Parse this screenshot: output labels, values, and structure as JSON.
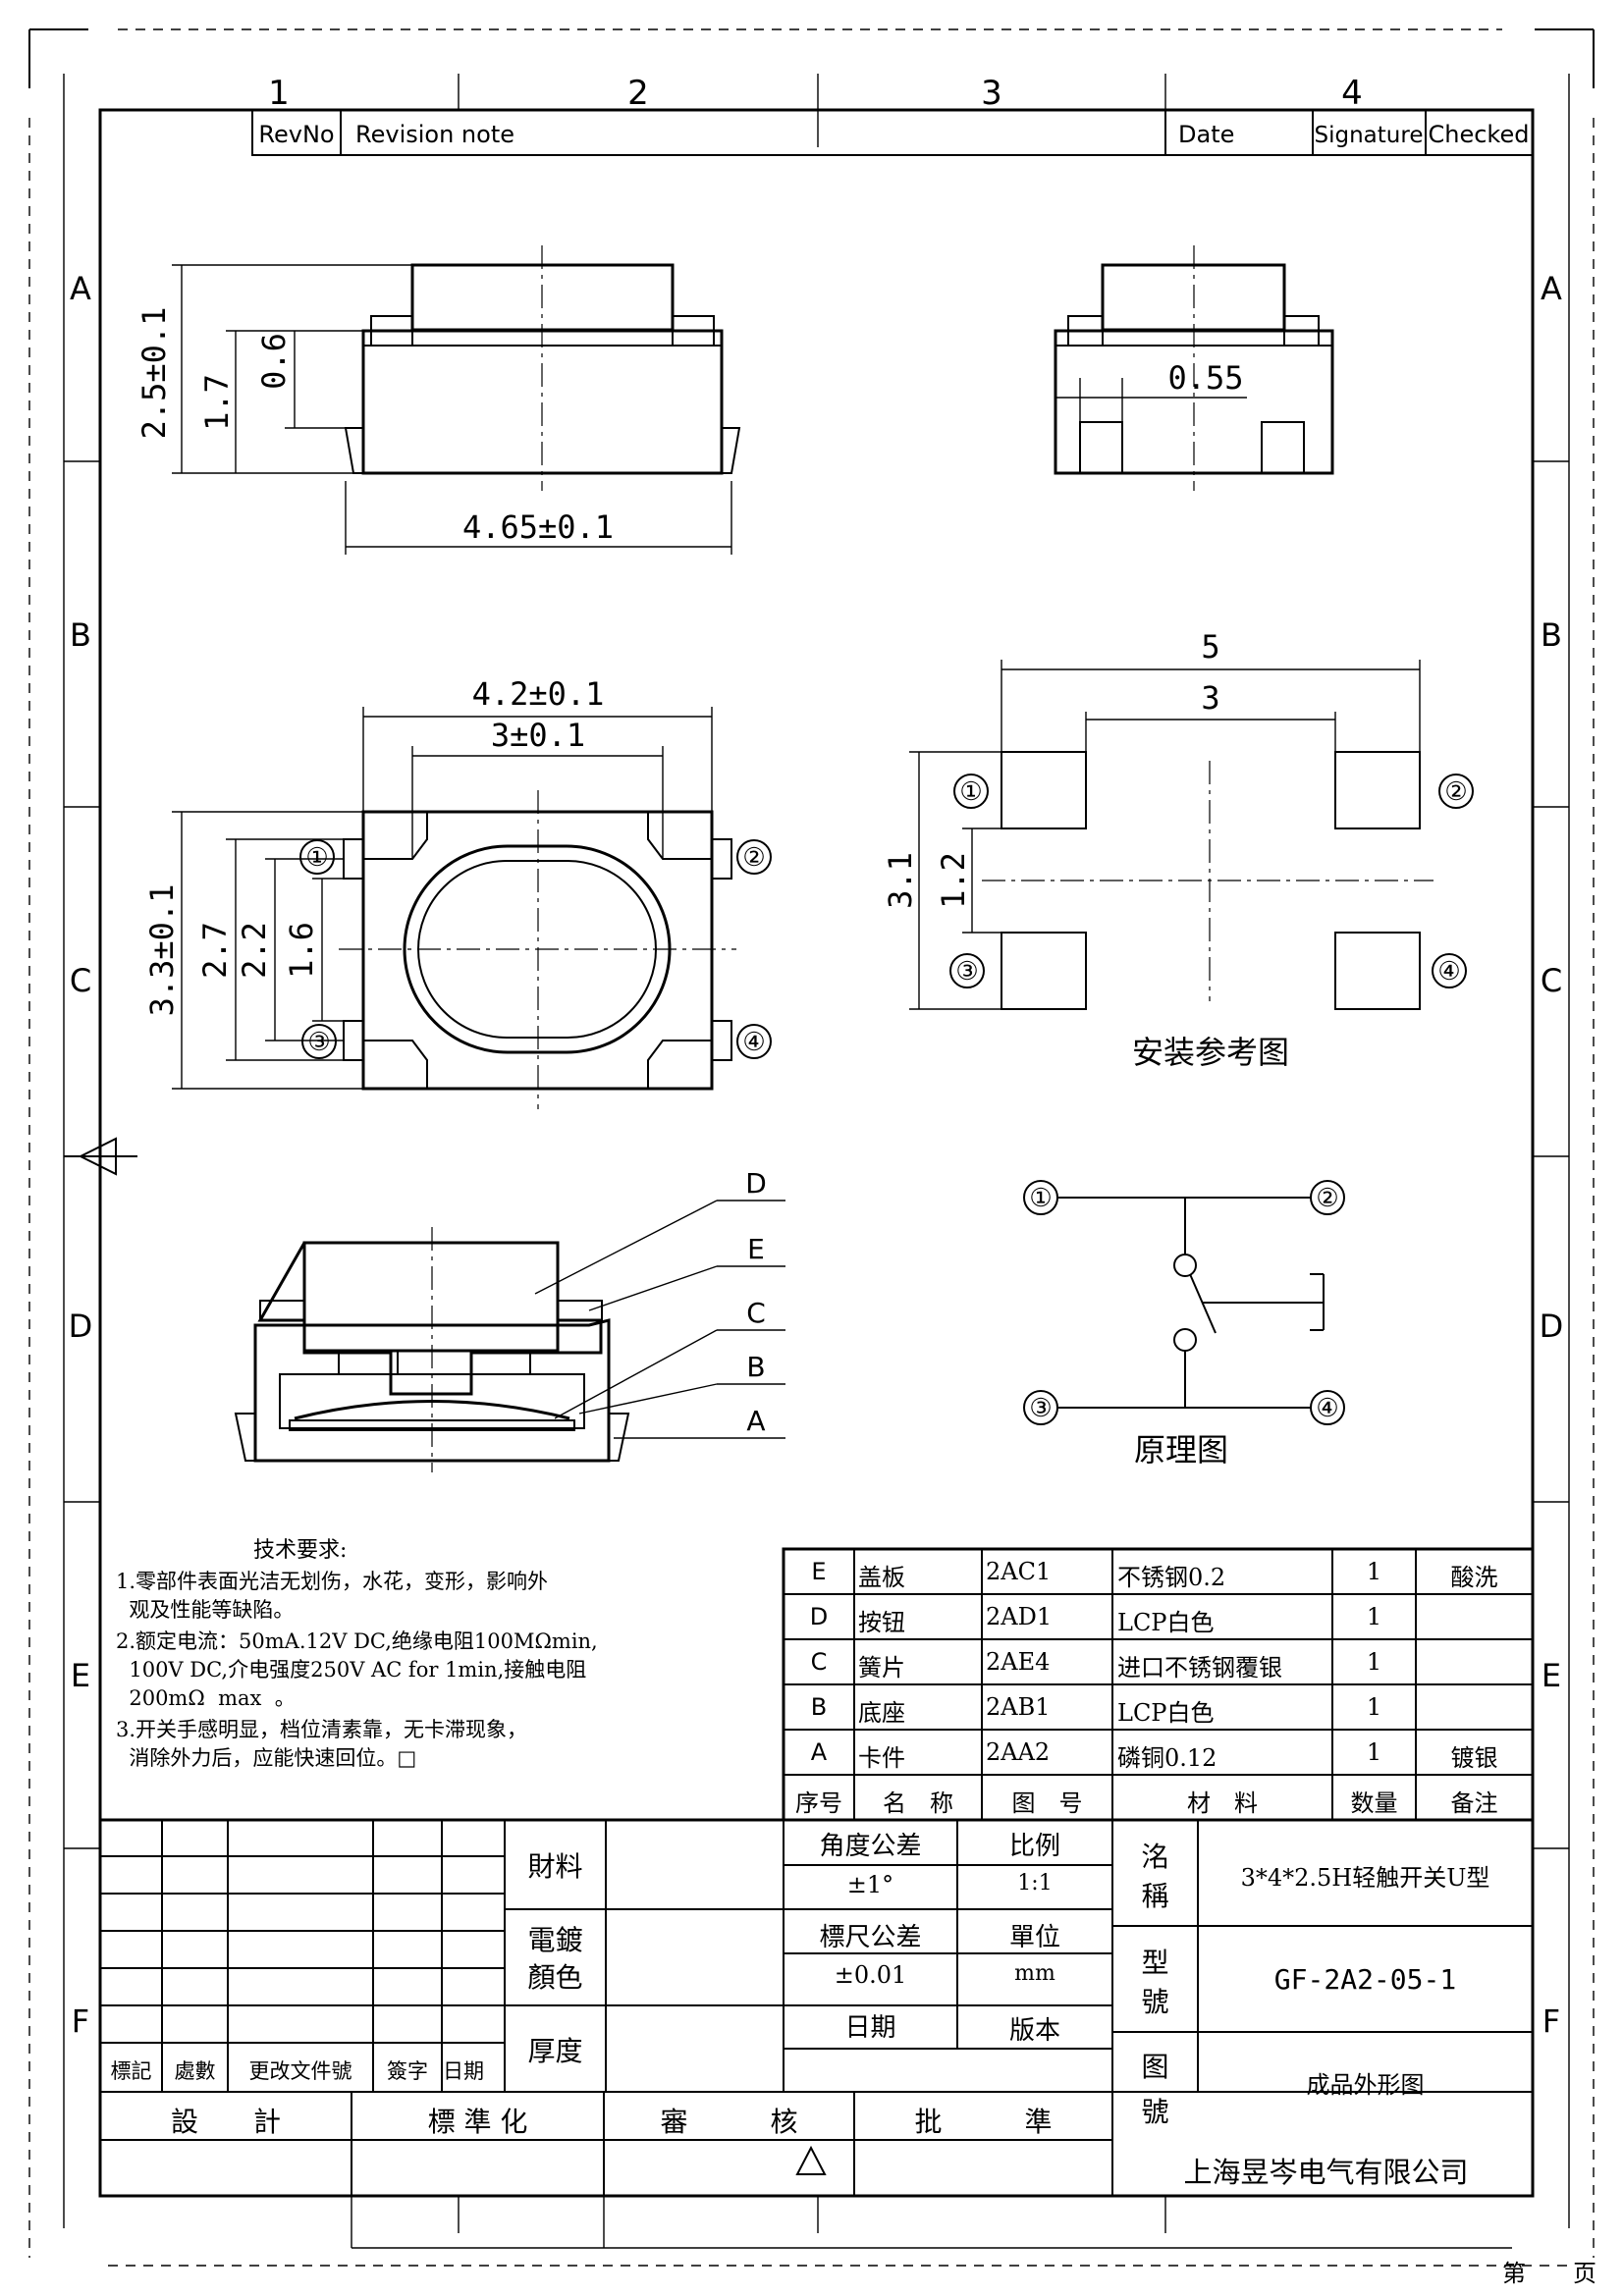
{
  "frame": {
    "col_labels": [
      "1",
      "2",
      "3",
      "4"
    ],
    "row_labels": [
      "A",
      "B",
      "C",
      "D",
      "E",
      "F"
    ]
  },
  "revision_header": {
    "revno": "RevNo",
    "note": "Revision note",
    "date": "Date",
    "signature": "Signature",
    "checked": "Checked"
  },
  "views": {
    "front_dims": {
      "height": "2.5±0.1",
      "h17": "1.7",
      "h06": "0.6",
      "width": "4.65±0.1"
    },
    "side_dims": {
      "gap": "0.55"
    },
    "top_dims": {
      "w42": "4.2±0.1",
      "w3": "3±0.1",
      "h33": "3.3±0.1",
      "h27": "2.7",
      "h22": "2.2",
      "h16": "1.6"
    },
    "pin_labels": [
      "①",
      "②",
      "③",
      "④"
    ],
    "install": {
      "title": "安装参考图",
      "w5": "5",
      "w3": "3",
      "h31": "3.1",
      "h12": "1.2"
    },
    "schematic": {
      "title": "原理图"
    },
    "section_labels": [
      "D",
      "E",
      "C",
      "B",
      "A"
    ]
  },
  "tech_notes": {
    "title": "技术要求:",
    "lines": [
      "1.零部件表面光洁无划伤，水花，变形，影响外",
      "  观及性能等缺陷。",
      "2.额定电流：50mA.12V DC,绝缘电阻100MΩmin,",
      "  100V DC,介电强度250V AC for 1min,接触电阻",
      "  200mΩ  max  。",
      "3.开关手感明显，档位清素靠，无卡滞现象，",
      "  消除外力后，应能快速回位。□"
    ]
  },
  "bom": {
    "rows": [
      {
        "no": "E",
        "name": "盖板",
        "code": "2AC1",
        "material": "不锈钢0.2",
        "qty": "1",
        "remark": "酸洗"
      },
      {
        "no": "D",
        "name": "按钮",
        "code": "2AD1",
        "material": "LCP白色",
        "qty": "1",
        "remark": ""
      },
      {
        "no": "C",
        "name": "簧片",
        "code": "2AE4",
        "material": "进口不锈钢覆银",
        "qty": "1",
        "remark": ""
      },
      {
        "no": "B",
        "name": "底座",
        "code": "2AB1",
        "material": "LCP白色",
        "qty": "1",
        "remark": ""
      },
      {
        "no": "A",
        "name": "卡件",
        "code": "2AA2",
        "material": "磷铜0.12",
        "qty": "1",
        "remark": "镀银"
      }
    ],
    "header": {
      "no": "序号",
      "name": "名　称",
      "code": "图　号",
      "material": "材　料",
      "qty": "数量",
      "remark": "备注"
    }
  },
  "title_block": {
    "material_label": "財料",
    "plating_label1": "電鍍",
    "plating_label2": "顏色",
    "thickness_label": "厚度",
    "angle_tol_label": "角度公差",
    "angle_tol": "±1°",
    "scale_label": "比例",
    "scale": "1:1",
    "dim_tol_label": "標尺公差",
    "dim_tol": "±0.01",
    "unit_label": "單位",
    "unit": "mm",
    "date_label": "日期",
    "version_label": "版本",
    "name_label1": "洺",
    "name_label2": "稱",
    "name": "3*4*2.5H轻触开关U型",
    "model_label1": "型",
    "model_label2": "號",
    "model": "GF-2A2-05-1",
    "drawing_label1": "图",
    "drawing_label2": "號",
    "drawing": "成品外形图",
    "mark": "標記",
    "count": "處數",
    "change_doc": "更改文件號",
    "sign": "簽字",
    "date": "日期",
    "design": "設　　計",
    "standard": "標 準 化",
    "review": "審　　　核",
    "approve": "批　　　準",
    "company": "上海昱岑电气有限公司",
    "page": "第　　页"
  }
}
